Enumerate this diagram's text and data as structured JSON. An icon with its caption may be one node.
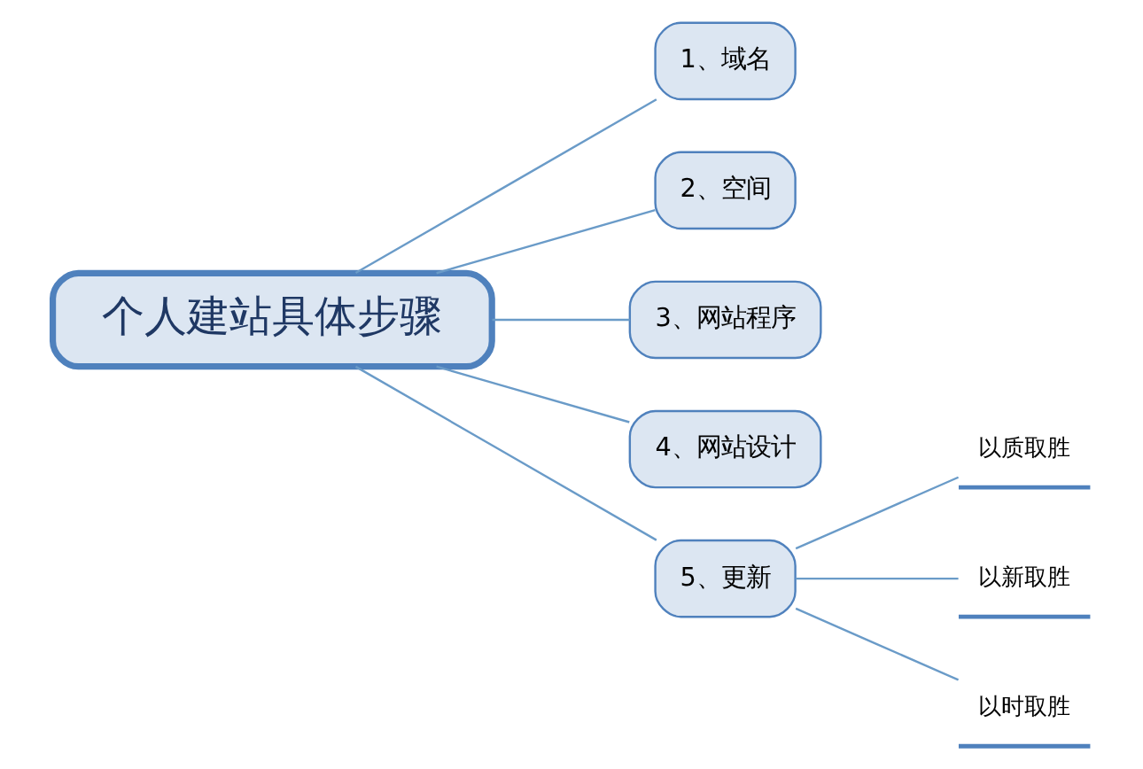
{
  "diagram": {
    "nodes": [
      {
        "text": [
          "个人建站具体步骤"
        ]
      },
      {
        "text": [
          "1、域名"
        ]
      },
      {
        "text": [
          "2、空间"
        ]
      },
      {
        "text": [
          "3、网站程序"
        ]
      },
      {
        "text": [
          "4、网站设计"
        ]
      },
      {
        "text": [
          "5、更新"
        ]
      },
      {
        "text": [
          "以质取胜"
        ]
      },
      {
        "text": [
          "以新取胜"
        ]
      },
      {
        "text": [
          "以时取胜"
        ]
      }
    ],
    "edges": [
      {
        "from": 0,
        "to": 1,
        "arrow": "none"
      },
      {
        "from": 0,
        "to": 2,
        "arrow": "none"
      },
      {
        "from": 0,
        "to": 3,
        "arrow": "none"
      },
      {
        "from": 0,
        "to": 4,
        "arrow": "none"
      },
      {
        "from": 0,
        "to": 5,
        "arrow": "none"
      },
      {
        "from": 5,
        "to": 6,
        "arrow": "none"
      },
      {
        "from": 5,
        "to": 7,
        "arrow": "none"
      },
      {
        "from": 5,
        "to": 8,
        "arrow": "none"
      }
    ]
  }
}
